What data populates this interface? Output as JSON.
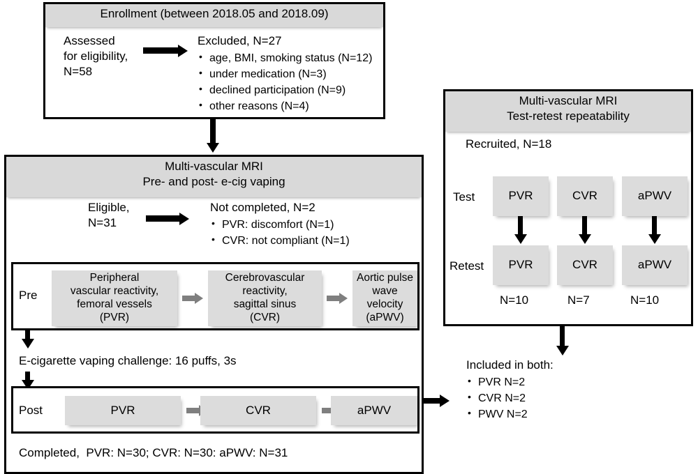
{
  "figure": {
    "type": "study-flow-diagram",
    "title": "Study enrollment and multi-vascular MRI flow chart"
  },
  "enrollment": {
    "header": "Enrollment (between 2018.05 and 2018.09)",
    "assessed": "Assessed\nfor eligibility,\nN=58",
    "excluded_title": "Excluded, N=27",
    "excluded_items": [
      "age, BMI, smoking status (N=12)",
      "under medication (N=3)",
      "declined participation (N=9)",
      "other reasons (N=4)"
    ]
  },
  "mri_main": {
    "header_line1": "Multi-vascular MRI",
    "header_line2": "Pre- and post- e-cig vaping",
    "eligible": "Eligible,\nN=31",
    "not_completed_title": "Not completed, N=2",
    "not_completed_items": [
      "PVR: discomfort (N=1)",
      "CVR: not compliant (N=1)"
    ],
    "pre_label": "Pre",
    "pre_boxes": [
      "Peripheral\nvascular reactivity,\nfemoral vessels\n(PVR)",
      "Cerebrovascular\nreactivity,\nsagittal sinus\n(CVR)",
      "Aortic pulse\nwave\nvelocity\n(aPWV)"
    ],
    "challenge": "E-cigarette vaping challenge: 16 puffs, 3s",
    "post_label": "Post",
    "post_boxes": [
      "PVR",
      "CVR",
      "aPWV"
    ],
    "completed": "Completed,  PVR: N=30; CVR: N=30: aPWV: N=31"
  },
  "repeatability": {
    "header_line1": "Multi-vascular MRI",
    "header_line2": "Test-retest repeatability",
    "recruited": "Recruited, N=18",
    "test_label": "Test",
    "retest_label": "Retest",
    "test_boxes": [
      "PVR",
      "CVR",
      "aPWV"
    ],
    "retest_boxes": [
      "PVR",
      "CVR",
      "aPWV"
    ],
    "counts": [
      "N=10",
      "N=7",
      "N=10"
    ]
  },
  "included_both": {
    "title": "Included in both:",
    "items": [
      "PVR N=2",
      "CVR N=2",
      "PWV N=2"
    ]
  },
  "colors": {
    "header_gray": "#d9d9d9",
    "box_gray": "#dcdcdc",
    "arrow_gray": "#7f7f7f",
    "line_black": "#000000",
    "background": "#ffffff"
  }
}
